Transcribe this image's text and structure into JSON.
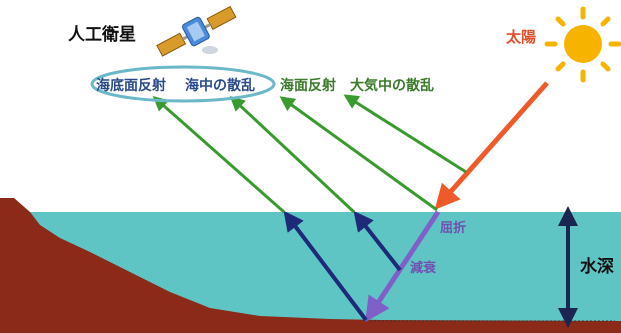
{
  "labels": {
    "satellite": "人工衛星",
    "sun": "太陽",
    "bottom_reflection": "海底面反射",
    "underwater_scatter": "海中の散乱",
    "surface_reflection": "海面反射",
    "atmosphere_scatter": "大気中の散乱",
    "refraction": "屈折",
    "attenuation": "減衰",
    "depth": "水深"
  },
  "colors": {
    "sea": "#5fc4c4",
    "seabed": "#8b2a18",
    "sunlight": "#ee5a2a",
    "sun": "#f6b400",
    "refracted": "#8060c8",
    "water_return": "#1c2a78",
    "air_return": "#3a9a30",
    "depth_arrow": "#1a2550",
    "highlight_ellipse": "#6ab8c8",
    "label_blue": "#2a4a8a",
    "label_green": "#3a7a2a",
    "label_purple": "#7050b0",
    "label_red": "#e0502a"
  },
  "icons": {
    "satellite": "satellite-icon",
    "sun": "sun-icon"
  }
}
